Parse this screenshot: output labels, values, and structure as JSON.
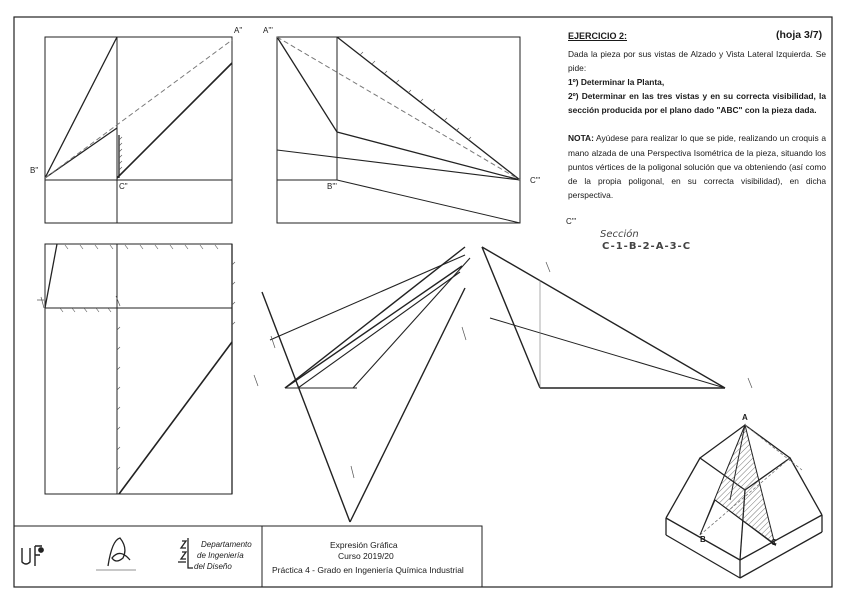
{
  "header": {
    "exercise": "EJERCICIO 2:",
    "sheet": "(hoja 3/7)"
  },
  "problem": {
    "intro": "Dada la pieza por sus vistas de Alzado y Vista Lateral Izquierda. Se pide:",
    "task1": "1º) Determinar la Planta,",
    "task2": "2º) Determinar en las tres vistas y en su correcta visibilidad, la sección producida por el plano dado \"ABC\" con la pieza dada.",
    "nota_label": "NOTA:",
    "nota_text": " Ayúdese para realizar lo que se pide, realizando un croquis a mano alzada de una Perspectiva Isométrica de la pieza, situando los puntos vértices de la poligonal solución que va obteniendo (así como de la propia poligonal, en su correcta visibilidad), en dicha perspectiva."
  },
  "handwritten": {
    "seccion": "Sección",
    "sequence": "C-1-B-2-A-3-C"
  },
  "labels": {
    "a2": "A\"",
    "b2": "B\"",
    "c2": "C\"",
    "a3": "A'''",
    "b3": "B'''",
    "c3": "C'''",
    "c3b": "C'''",
    "iso_a": "A",
    "iso_b": "B",
    "iso_c": "C"
  },
  "title_block": {
    "dept_line1": "Departamento",
    "dept_line2": "de Ingeniería",
    "dept_line3": "del Diseño",
    "course": "Expresión Gráfica",
    "year": "Curso 2019/20",
    "practice": "Práctica 4 - Grado en Ingeniería Química Industrial"
  }
}
